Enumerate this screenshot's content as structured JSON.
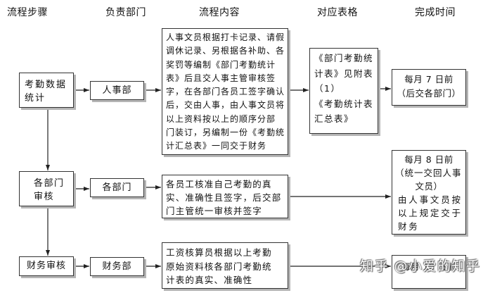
{
  "headers": {
    "step": "流程步骤",
    "department": "负责部门",
    "content": "流程内容",
    "form": "对应表格",
    "deadline": "完成时间"
  },
  "rows": [
    {
      "step": [
        "考勤数据",
        "统计"
      ],
      "department": "人事部",
      "content": [
        "人事文员根据打卡记录、请假",
        "调休记录、另根据各补助、各",
        "奖罚等编制《部门考勤统计",
        "表》后且交人事主管审核签",
        "字，在各部门各员工签字确认",
        "后，交由人事，由人事文员将",
        "以上资料按以上的顺序分部",
        "门装订，另编制一份《考勤统",
        "计汇总表》一同交于财务"
      ],
      "form": [
        "《部门考勤统",
        "计表》见附表",
        "（1）",
        "《考勤统计表",
        "汇总表》"
      ],
      "deadline": [
        "每月 7 日前",
        "（后交各部门）"
      ]
    },
    {
      "step": [
        "各部门",
        "审核"
      ],
      "department": "各部门",
      "content": [
        "各员工核准自己考勤的真",
        "实、准确性且签字，后交部",
        "门主管统一审核并签字"
      ],
      "deadline": [
        "每月 8 日前",
        "（统一交回人事",
        "文员）",
        "由人事文员按",
        "以上规定交于",
        "财务"
      ]
    },
    {
      "step": [
        "财务审核"
      ],
      "department": "财务部",
      "content": [
        "工资核算员根据以上考勤",
        "原始资料核各部门考勤统",
        "计表的真实、准确性"
      ],
      "deadline": [
        "每月 10 日前"
      ]
    }
  ],
  "watermark": "知乎 @小爱的知乎",
  "colors": {
    "border": "#333333",
    "shadow": "#b5b5b5",
    "text": "#111111",
    "background": "#ffffff"
  }
}
